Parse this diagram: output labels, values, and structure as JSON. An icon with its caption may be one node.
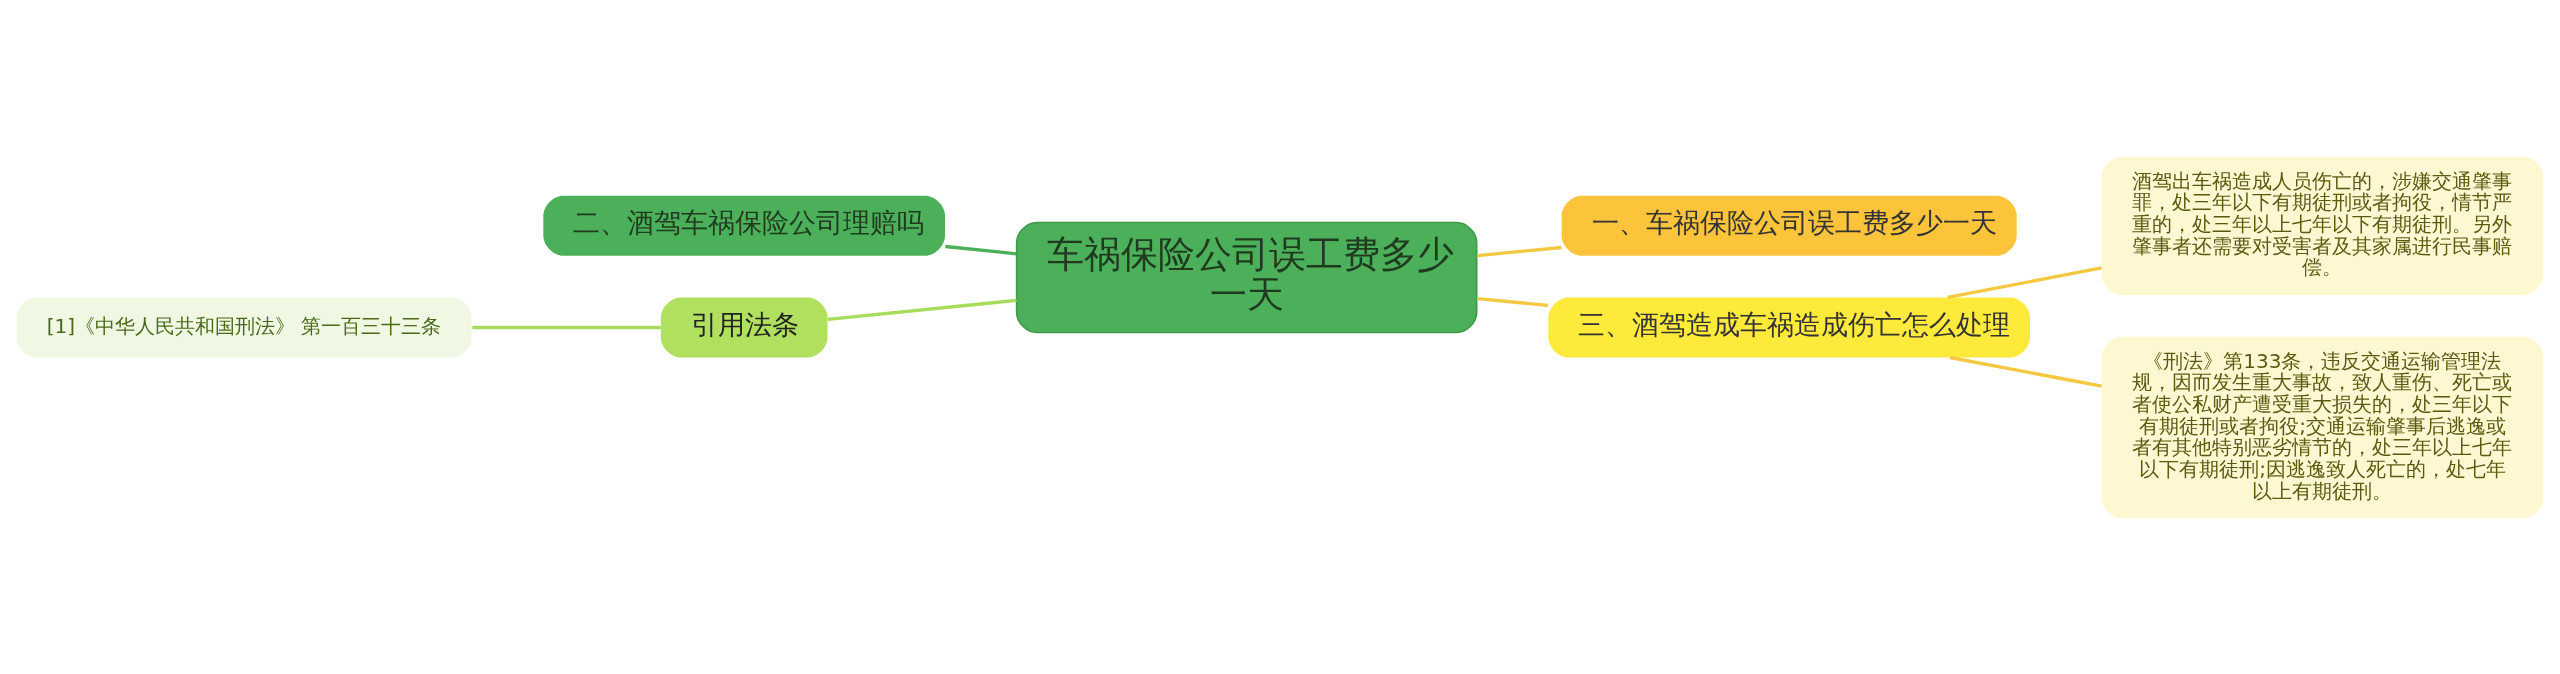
{
  "diagram": {
    "nodes": [
      {
        "text": [
          "车祸保险公司误工费多少一天"
        ]
      },
      {
        "text": [
          "一、车祸保险公司误工费多少一天"
        ]
      },
      {
        "text": [
          "二、酒驾车祸保险公司理赔吗"
        ]
      },
      {
        "text": [
          "引用法条"
        ]
      },
      {
        "text": [
          "[1]《中华人民共和国刑法》 第一百三十三条"
        ]
      },
      {
        "text": [
          "三、酒驾造成车祸造成伤亡怎么处理"
        ]
      },
      {
        "text": [
          "酒驾出车祸造成人员伤亡的，涉嫌交通肇事罪，处三年以下有期徒刑或者拘役，情节严重的，处三年以上七年以下有期徒刑。另外肇事者还需要对受害者及其家属进行民事赔偿。"
        ]
      },
      {
        "text": [
          "《刑法》第133条，违反交通运输管理法规，因而发生重大事故，致人重伤、死亡或者使公私财产遭受重大损失的，处三年以下有期徒刑或者拘役;交通运输肇事后逃逸或者有其他特别恶劣情节的，处三年以上七年以下有期徒刑;因逃逸致人死亡的，处七年以上有期徒刑。"
        ]
      }
    ],
    "edges": [
      {
        "from": 0,
        "to": 1,
        "arrow": "none"
      },
      {
        "from": 0,
        "to": 2,
        "arrow": "none",
        "color": "#4caf5a"
      },
      {
        "from": 0,
        "to": 3,
        "arrow": "none",
        "color": "#a8dc5c"
      },
      {
        "from": 3,
        "to": 4,
        "arrow": "none",
        "color": "#a8dc5c"
      },
      {
        "from": 0,
        "to": 5,
        "arrow": "none"
      },
      {
        "from": 5,
        "to": 6,
        "arrow": "none"
      },
      {
        "from": 5,
        "to": 7,
        "arrow": "none"
      }
    ]
  }
}
